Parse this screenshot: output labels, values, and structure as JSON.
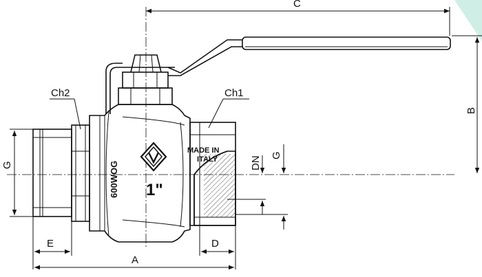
{
  "labels": {
    "A": "A",
    "B": "B",
    "C": "C",
    "D": "D",
    "E": "E",
    "G_left": "G",
    "G_right": "G",
    "DN": "DN",
    "Ch1": "Ch1",
    "Ch2": "Ch2"
  },
  "markings": {
    "pressure": "600WOG",
    "origin_line1": "MADE IN",
    "origin_line2": "ITALY",
    "size": "1\""
  },
  "colors": {
    "line": "#111111",
    "corner_accent": "#cfeee6"
  }
}
